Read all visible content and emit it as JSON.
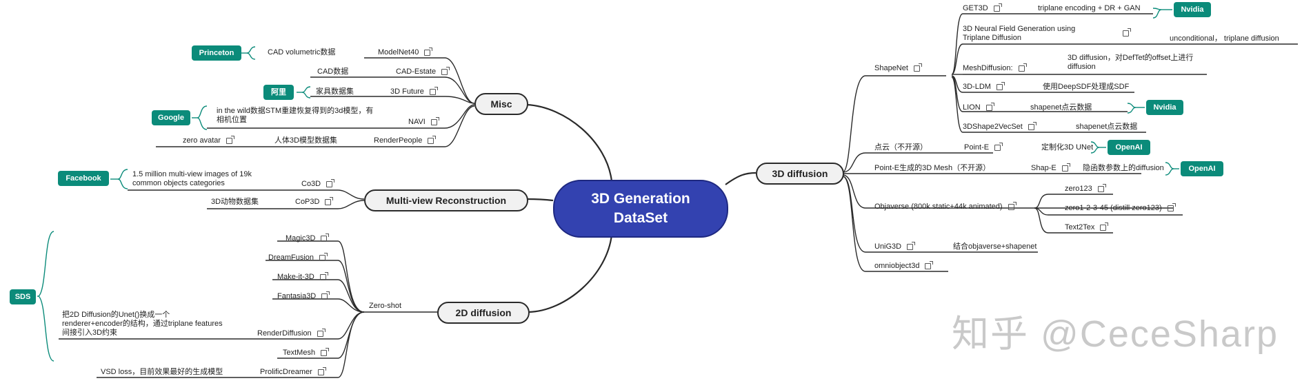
{
  "root": {
    "line1": "3D Generation",
    "line2": "DataSet"
  },
  "branches": {
    "misc": "Misc",
    "multiview": "Multi-view Reconstruction",
    "diffusion2d": "2D diffusion",
    "diffusion3d": "3D diffusion"
  },
  "misc": {
    "modelnet": {
      "label": "ModelNet40",
      "note": "CAD volumetric数据",
      "tag": "Princeton"
    },
    "cadestate": {
      "label": "CAD-Estate",
      "note": "CAD数据"
    },
    "future3d": {
      "label": "3D Future",
      "note": "家具数据集",
      "tag": "阿里"
    },
    "navi": {
      "label": "NAVI",
      "note": "in the wild数据STM重建恢复得到的3d模型，有相机位置",
      "tag": "Google"
    },
    "renderpeople": {
      "label": "RenderPeople",
      "note": "人体3D模型数据集",
      "extra": "zero avatar"
    }
  },
  "multiview": {
    "co3d": {
      "label": "Co3D",
      "note": "1.5 million multi-view images of 19k common objects categories",
      "tag": "Facebook"
    },
    "cop3d": {
      "label": "CoP3D",
      "note": "3D动物数据集"
    }
  },
  "diffusion2d": {
    "zeroshot": "Zero-shot",
    "sds_tag": "SDS",
    "items": [
      "Magic3D",
      "DreamFusion",
      "Make-it-3D",
      "Fantasia3D",
      "RenderDiffusion",
      "TextMesh",
      "ProlificDreamer"
    ],
    "render_note": "把2D Diffusion的Unet()换成一个renderer+encoder的结构，通过triplane features间接引入3D约束",
    "prolific_note": "VSD loss，目前效果最好的生成模型"
  },
  "diffusion3d": {
    "shapenet": "ShapeNet",
    "get3d": {
      "label": "GET3D",
      "note": "triplane encoding + DR + GAN",
      "tag": "Nvidia"
    },
    "nfd": {
      "label": "3D Neural Field Generation using Triplane Diffusion",
      "note": "unconditional， triplane diffusion"
    },
    "meshdiffusion": {
      "label": "MeshDiffusion:",
      "note": "3D diffusion，对DefTet的offset上进行diffusion"
    },
    "ldm3d": {
      "label": "3D-LDM",
      "note": "使用DeepSDF处理成SDF"
    },
    "lion": {
      "label": "LION",
      "note": "shapenet点云数据",
      "tag": "Nvidia"
    },
    "vecset": {
      "label": "3DShape2VecSet",
      "note": "shapenet点云数据"
    },
    "pointcloud": {
      "label": "点云（不开源）",
      "sub": "Point-E",
      "note": "定制化3D UNet",
      "tag": "OpenAI"
    },
    "pointmesh": {
      "label": "Point-E生成的3D Mesh（不开源）",
      "sub": "Shap-E",
      "note": "隐函数参数上的diffusion",
      "tag": "OpenAI"
    },
    "objaverse": {
      "label": "Objaverse (800k static+44k animated)",
      "children": [
        "zero123",
        "zero1-2-3-45 (distill zero123)",
        "Text2Tex"
      ]
    },
    "unig3d": {
      "label": "UniG3D",
      "note": "结合objaverse+shapenet"
    },
    "omni": {
      "label": "omniobject3d"
    }
  },
  "watermark": "知乎 @CeceSharp",
  "colors": {
    "root": "#3342b0",
    "tag": "#0b8b7a",
    "line": "#2a2a2a"
  }
}
